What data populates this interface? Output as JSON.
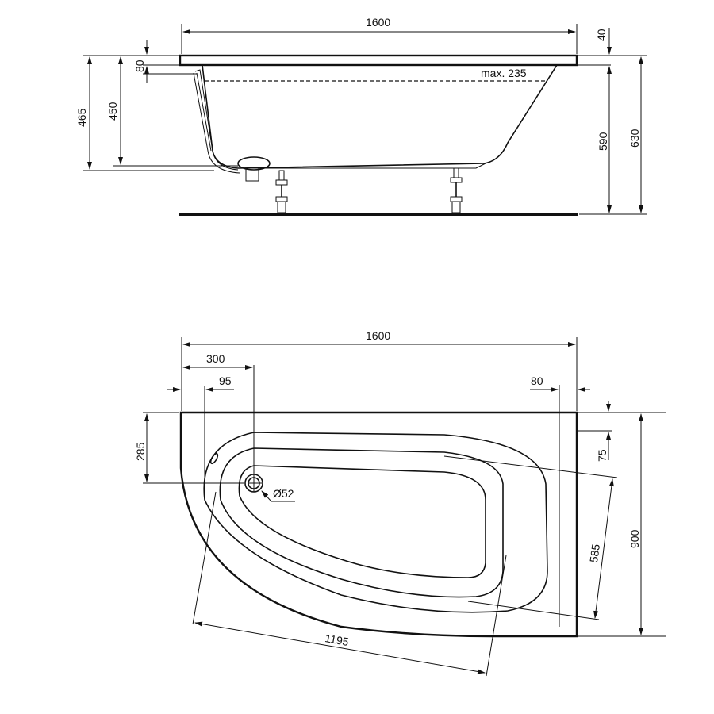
{
  "side_view": {
    "overall_length": "1600",
    "rim_thickness": "40",
    "overflow_depth": "80",
    "max_water": "max. 235",
    "height_to_outlet_a": "465",
    "height_to_outlet_b": "450",
    "depth_inner": "590",
    "height_total": "630"
  },
  "plan_view": {
    "overall_length": "1600",
    "waste_offset": "300",
    "edge_offset_left": "95",
    "edge_offset_right": "80",
    "waste_from_top": "285",
    "rim_top_offset": "75",
    "waste_diameter": "Ø52",
    "inner_width": "585",
    "overall_width": "900",
    "inner_length": "1195"
  },
  "colors": {
    "line": "#111111",
    "background": "#ffffff"
  }
}
